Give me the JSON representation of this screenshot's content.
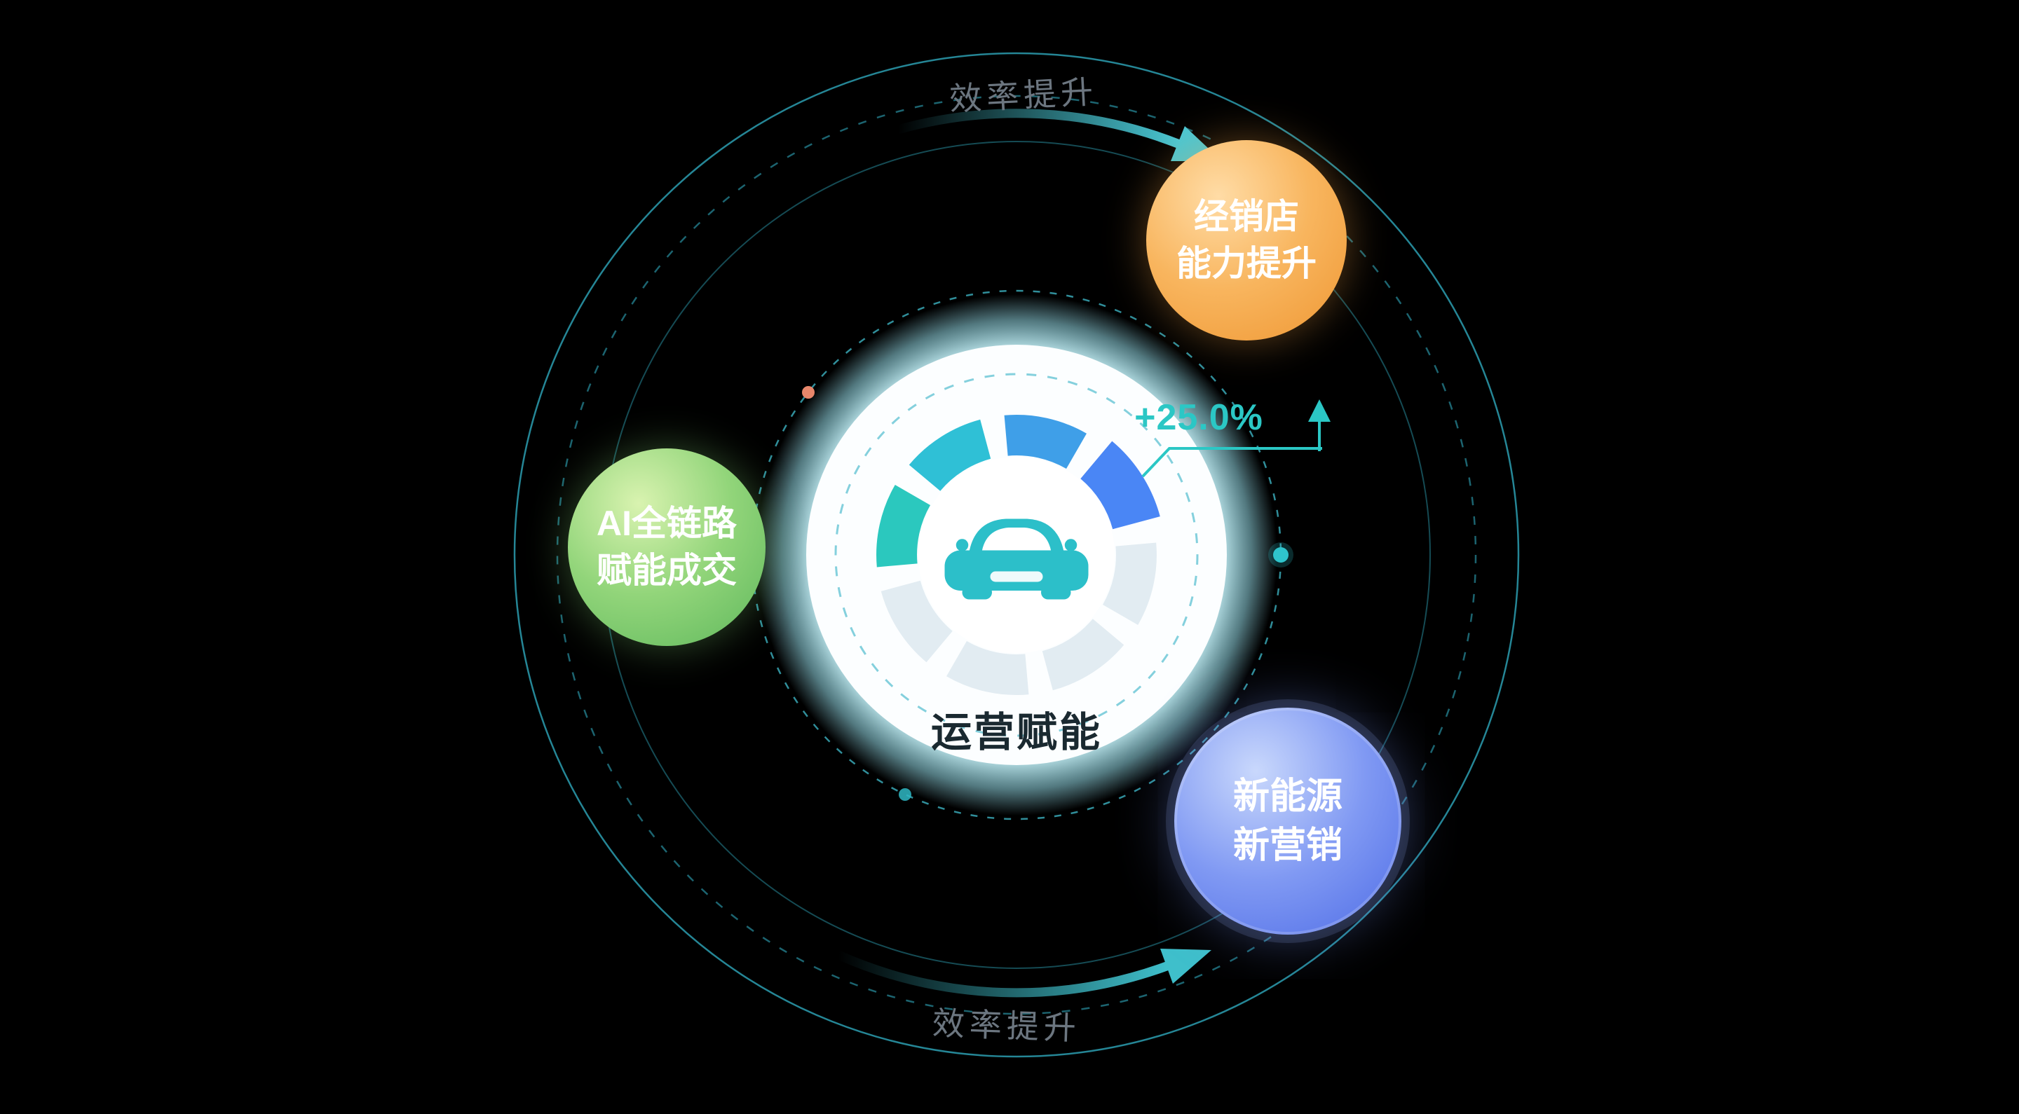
{
  "center": {
    "label": "运营赋能",
    "growth": "+25.0%"
  },
  "bubbles": {
    "dealer": {
      "line1": "经销店",
      "line2": "能力提升"
    },
    "ai": {
      "line1": "AI全链路",
      "line2": "赋能成交"
    },
    "nev": {
      "line1": "新能源",
      "line2": "新营销"
    }
  },
  "orbit_labels": {
    "top": "效率提升",
    "bottom": "效率提升"
  },
  "colors": {
    "background": "#000000",
    "accent_teal": "#2BC7C5",
    "orbit_ring": "#2EA7BB",
    "gauge_teal": "#2BC8BE",
    "gauge_cyan": "#2FC0D6",
    "gauge_blue_mid": "#3F9FE8",
    "gauge_blue": "#4A86F5",
    "gauge_grey": "#E2ECF2",
    "node_orange": "#F5A143",
    "node_green": "#6FC05F",
    "node_blue": "#5B76EB",
    "dot_orange": "#E8876B",
    "dot_teal": "#2FC4CC"
  }
}
